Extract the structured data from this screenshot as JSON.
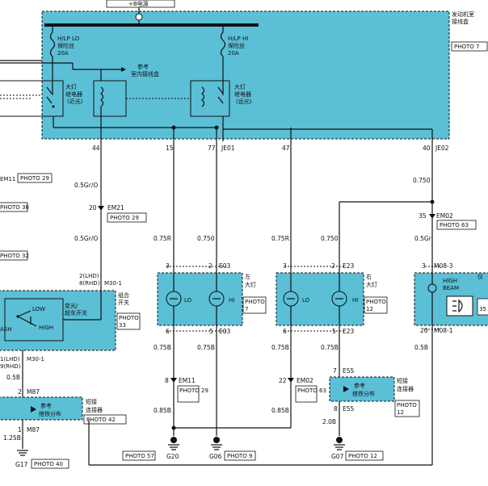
{
  "diagram": {
    "top_label": "+B电源",
    "engine_box": {
      "title_line1": "发动机室",
      "title_line2": "接线盒",
      "photo": "PHOTO 7"
    },
    "fuse_lo": {
      "line1": "H/LP LO",
      "line2": "保险丝",
      "line3": "20A"
    },
    "fuse_hi": {
      "line1": "H/LP HI",
      "line2": "保险丝",
      "line3": "20A"
    },
    "ref_interior": {
      "line1": "参考",
      "line2": "室内接线盒"
    },
    "relay_lo": {
      "line1": "大灯",
      "line2": "继电器",
      "line3": "(近光)"
    },
    "relay_hi": {
      "line1": "大灯",
      "line2": "继电器",
      "line3": "(远光)"
    },
    "pins_top": [
      "44",
      "15",
      "77",
      "47",
      "40"
    ],
    "conn_je01": "JE01",
    "conn_je02": "JE02",
    "left_partial": {
      "em11": "EM11",
      "photo29": "PHOTO 29",
      "photo36": "PHOTO 36",
      "photo32": "PHOTO 32"
    },
    "wire_colors": {
      "w44a": "0.5Gr/O",
      "w44b": "0.5Gr/O",
      "w15": "0.75R",
      "w77": "0.750",
      "w47": "0.75R",
      "w47b": "0.750",
      "w40a": "0.750",
      "w40b": "0.5Gr"
    },
    "em21": {
      "pin": "20",
      "name": "EM21",
      "photo": "PHOTO 29"
    },
    "em02_top": {
      "pin": "35",
      "name": "EM02",
      "photo": "PHOTO 63"
    },
    "m30": {
      "pin1": "2(LHD)",
      "pin2": "8(RHD)",
      "name": "M30-1"
    },
    "combo_switch": {
      "title_line1": "组合",
      "title_line2": "开关",
      "photo_line1": "PHOTO",
      "photo_line2": "33",
      "label_line1": "变光/",
      "label_line2": "超车开关",
      "low": "LOW",
      "high": "HIGH",
      "flash": "ASH"
    },
    "left_lamp": {
      "title_line1": "左",
      "title_line2": "大灯",
      "lo": "LO",
      "hi": "HI",
      "photo_line1": "PHOTO",
      "photo_line2": "7",
      "pin3a": "3",
      "pin2": "2",
      "conn_top": "E03",
      "pin6": "6",
      "pin5": "5",
      "conn_bot": "E03"
    },
    "right_lamp": {
      "title_line1": "右",
      "title_line2": "大灯",
      "lo": "LO",
      "hi": "HI",
      "photo_line1": "PHOTO",
      "photo_line2": "12",
      "pin3a": "3",
      "pin2": "2",
      "conn_top": "E23",
      "pin6": "6",
      "pin5": "5",
      "conn_bot": "E23"
    },
    "hb_indicator": {
      "title": "HIGH",
      "title2": "BEAM",
      "pin_top": "3",
      "conn_top": "M08-3",
      "pin_bot": "20",
      "conn_bot": "M08-1",
      "side": "仪",
      "photo_part": "35"
    },
    "lower_wires": {
      "l1": "0.75B",
      "l2": "0.75B",
      "l3": "0.75B",
      "l4": "0.75B",
      "l5": "0.5B",
      "l6": "0.85B",
      "l7": "0.85B",
      "l8": "2.0B",
      "l9": "0.5B",
      "l10": "1.25B"
    },
    "em11_bot": {
      "pin": "8",
      "name": "EM11",
      "photo": "PHOTO 29"
    },
    "em02_bot": {
      "pin": "22",
      "name": "EM02",
      "photo": "PHOTO 63"
    },
    "m30_bot": {
      "pin1": "1(LHD)",
      "pin2": "9(RHD)",
      "name": "M30-1"
    },
    "e55": {
      "pin_top": "7",
      "name": "E55",
      "pin_bot": "8",
      "name2": "E55"
    },
    "m87": {
      "pin_top": "2",
      "name": "M87",
      "pin_bot": "1",
      "name2": "M87"
    },
    "short_conn_left": {
      "ref_line1": "参考",
      "ref_line2": "搭铁分布",
      "label_line1": "短接",
      "label_line2": "连接器",
      "photo": "PHOTO 42"
    },
    "short_conn_right": {
      "ref_line1": "参考",
      "ref_line2": "搭铁分布",
      "label_line1": "短接",
      "label_line2": "连接器",
      "photo_line1": "PHOTO",
      "photo_line2": "12"
    },
    "grounds": {
      "g17": "G17",
      "g17_photo": "PHOTO 40",
      "g20": "G20",
      "g20_photo": "PHOTO 57",
      "g06": "G06",
      "g06_photo": "PHOTO 9",
      "g07": "G07",
      "g07_photo": "PHOTO 12"
    }
  }
}
